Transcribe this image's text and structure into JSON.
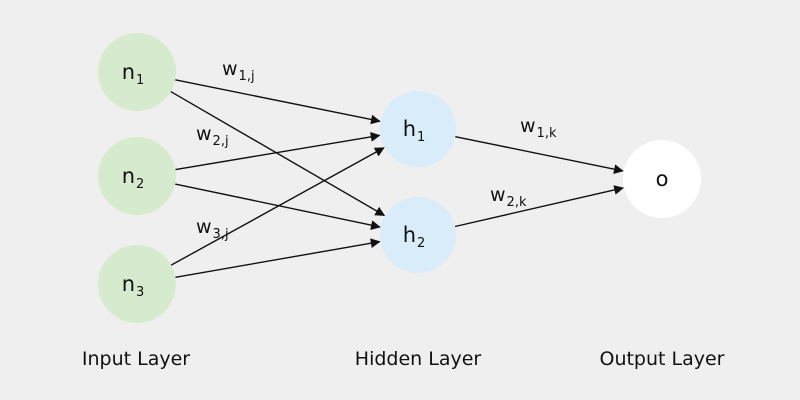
{
  "diagram": {
    "colors": {
      "background": "#efefef",
      "input_node_fill": "#d6ebcd",
      "hidden_node_fill": "#d9ecfa",
      "output_node_fill": "#ffffff",
      "edge": "#111111",
      "text": "#111111"
    },
    "nodes": {
      "input": [
        {
          "label": "n",
          "sub": "1"
        },
        {
          "label": "n",
          "sub": "2"
        },
        {
          "label": "n",
          "sub": "3"
        }
      ],
      "hidden": [
        {
          "label": "h",
          "sub": "1"
        },
        {
          "label": "h",
          "sub": "2"
        }
      ],
      "output": [
        {
          "label": "o",
          "sub": ""
        }
      ]
    },
    "weights": [
      {
        "label": "w",
        "sub": "1,j"
      },
      {
        "label": "w",
        "sub": "2,j"
      },
      {
        "label": "w",
        "sub": "3,j"
      },
      {
        "label": "w",
        "sub": "1,k"
      },
      {
        "label": "w",
        "sub": "2,k"
      }
    ],
    "layer_labels": {
      "input": "Input Layer",
      "hidden": "Hidden Layer",
      "output": "Output Layer"
    },
    "connections": [
      {
        "from": "input-1",
        "to": "hidden-1"
      },
      {
        "from": "input-1",
        "to": "hidden-2"
      },
      {
        "from": "input-2",
        "to": "hidden-1"
      },
      {
        "from": "input-2",
        "to": "hidden-2"
      },
      {
        "from": "input-3",
        "to": "hidden-1"
      },
      {
        "from": "input-3",
        "to": "hidden-2"
      },
      {
        "from": "hidden-1",
        "to": "output-1"
      },
      {
        "from": "hidden-2",
        "to": "output-1"
      }
    ]
  }
}
